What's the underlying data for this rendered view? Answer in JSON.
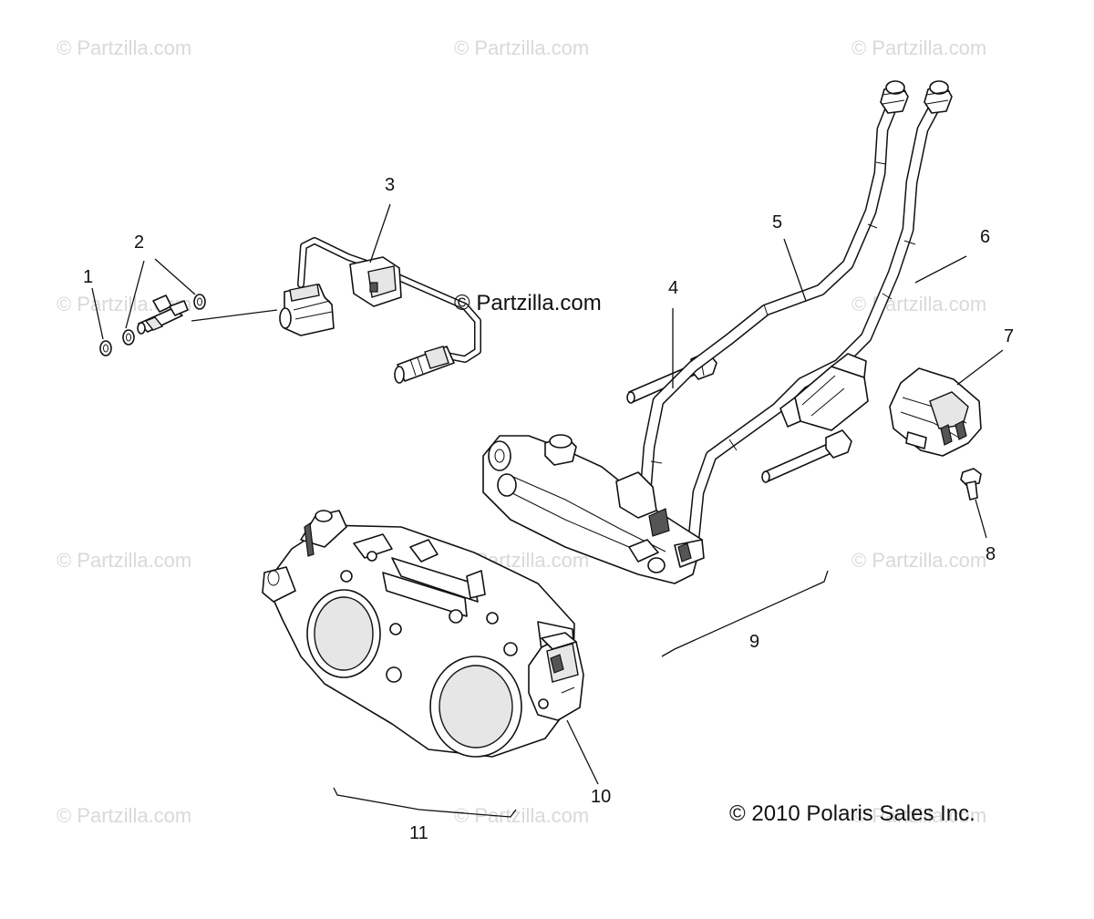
{
  "watermark": "© Partzilla.com",
  "center_watermark": "© Partzilla.com",
  "copyright": "© 2010 Polaris Sales Inc.",
  "callouts": [
    "1",
    "2",
    "3",
    "4",
    "5",
    "6",
    "7",
    "8",
    "9",
    "10",
    "11"
  ]
}
